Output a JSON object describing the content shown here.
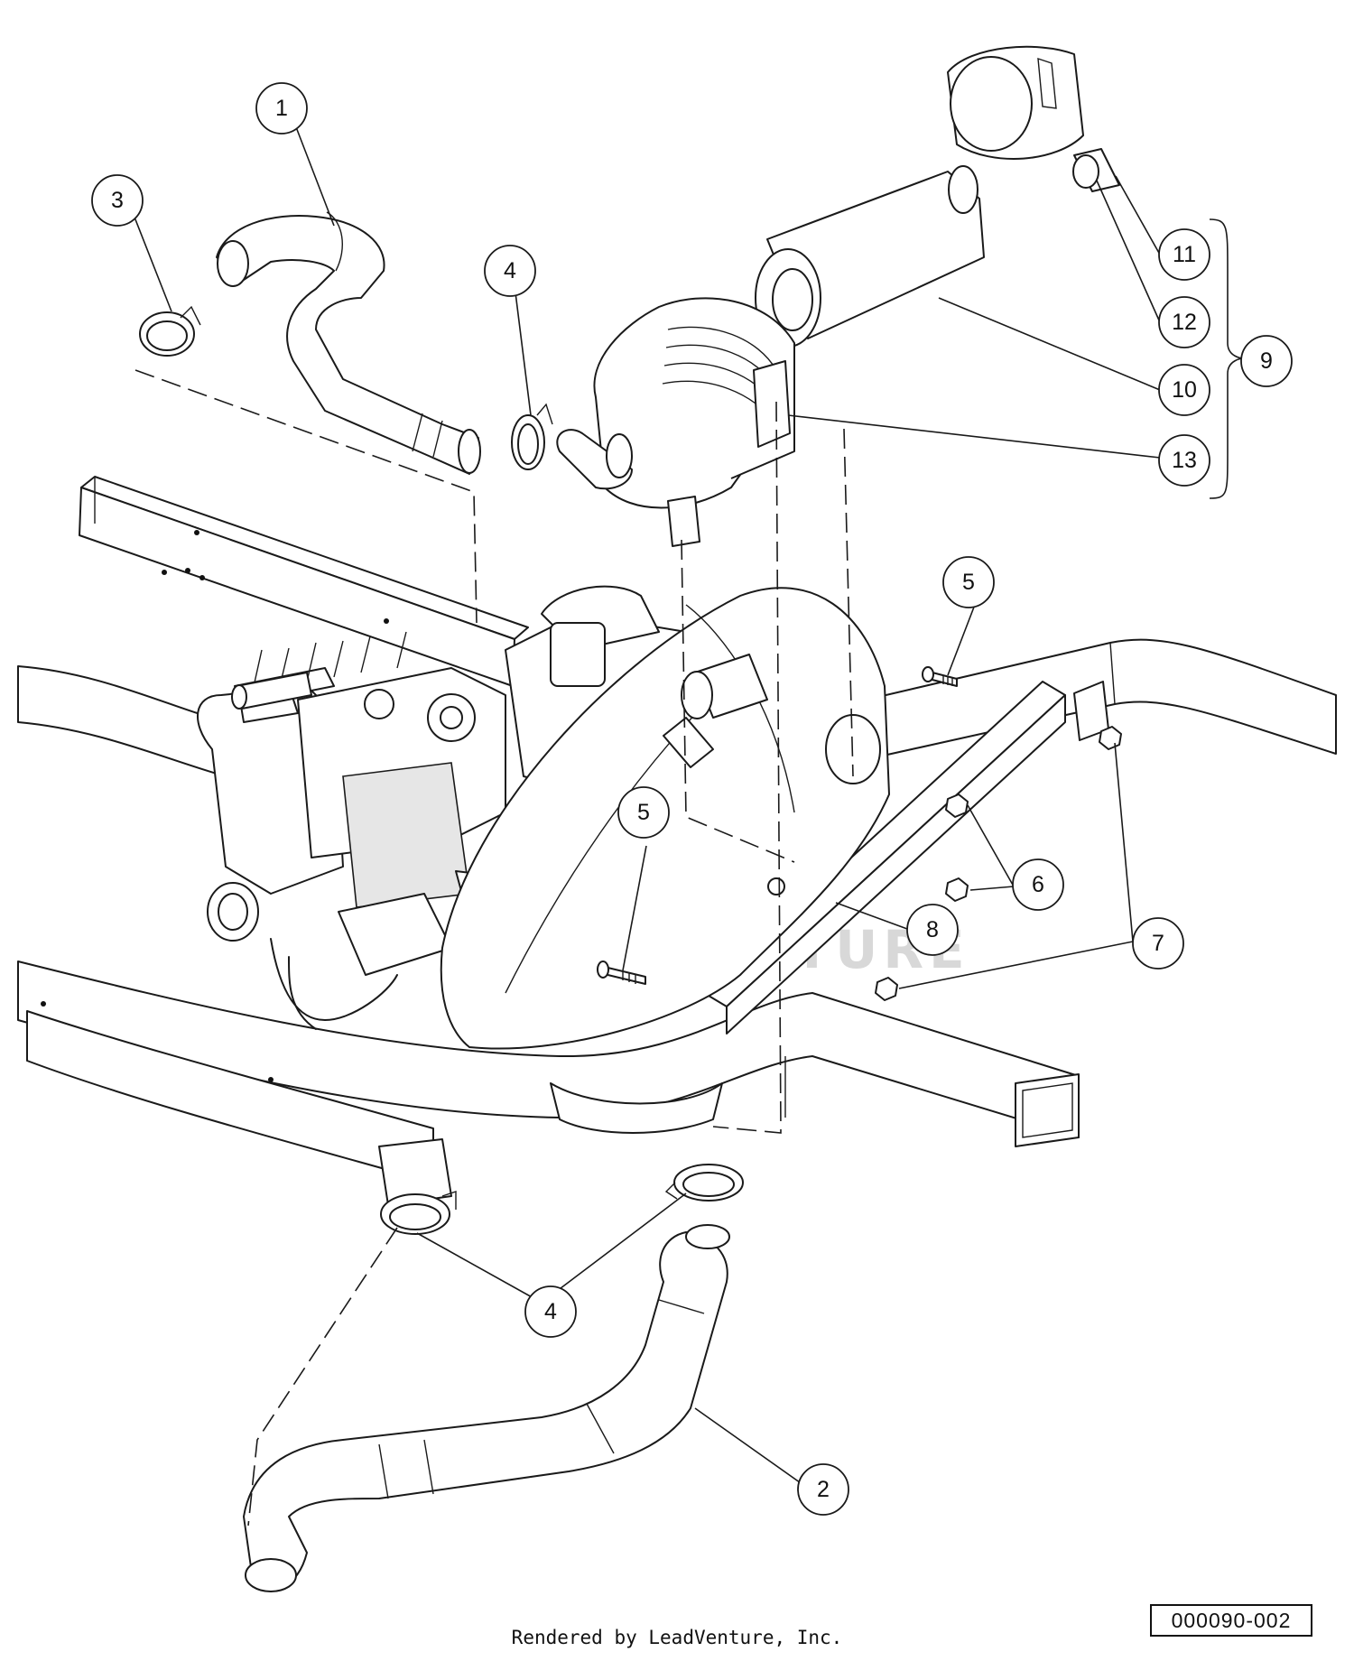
{
  "diagram": {
    "watermark": "LEADVENTURE",
    "callouts": [
      {
        "id": "c1",
        "label": "1"
      },
      {
        "id": "c2",
        "label": "2"
      },
      {
        "id": "c3",
        "label": "3"
      },
      {
        "id": "c4a",
        "label": "4"
      },
      {
        "id": "c4b",
        "label": "4"
      },
      {
        "id": "c5a",
        "label": "5"
      },
      {
        "id": "c5b",
        "label": "5"
      },
      {
        "id": "c6",
        "label": "6"
      },
      {
        "id": "c7",
        "label": "7"
      },
      {
        "id": "c8",
        "label": "8"
      },
      {
        "id": "c9",
        "label": "9"
      },
      {
        "id": "c10",
        "label": "10"
      },
      {
        "id": "c11",
        "label": "11"
      },
      {
        "id": "c12",
        "label": "12"
      },
      {
        "id": "c13",
        "label": "13"
      }
    ]
  },
  "footer": {
    "rendered_by": "Rendered by LeadVenture, Inc.",
    "drawing_code": "000090-002"
  }
}
